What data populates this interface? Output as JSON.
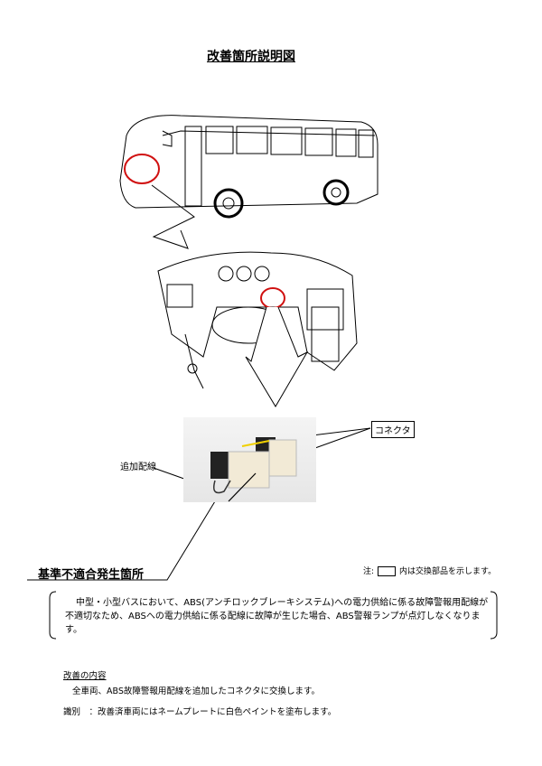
{
  "title": "改善箇所説明図",
  "labels": {
    "connector": "コネクタ",
    "added_wiring": "追加配線",
    "nonconformity_location": "基準不適合発生箇所"
  },
  "note": {
    "prefix": "注:",
    "suffix": "内は交換部品を示します。"
  },
  "description": "中型・小型バスにおいて、ABS(アンチロックブレーキシステム)への電力供給に係る故障警報用配線が不適切なため、ABSへの電力供給に係る配線に故障が生じた場合、ABS警報ランプが点灯しなくなります。",
  "improvement": {
    "heading": "改善の内容",
    "body": "全車両、ABS故障警報用配線を追加したコネクタに交換します。"
  },
  "identification": "識別　：改善済車両にはネームプレートに白色ペイントを塗布します。",
  "colors": {
    "highlight_circle": "#d01010",
    "arrow_yellow": "#f0d000"
  }
}
